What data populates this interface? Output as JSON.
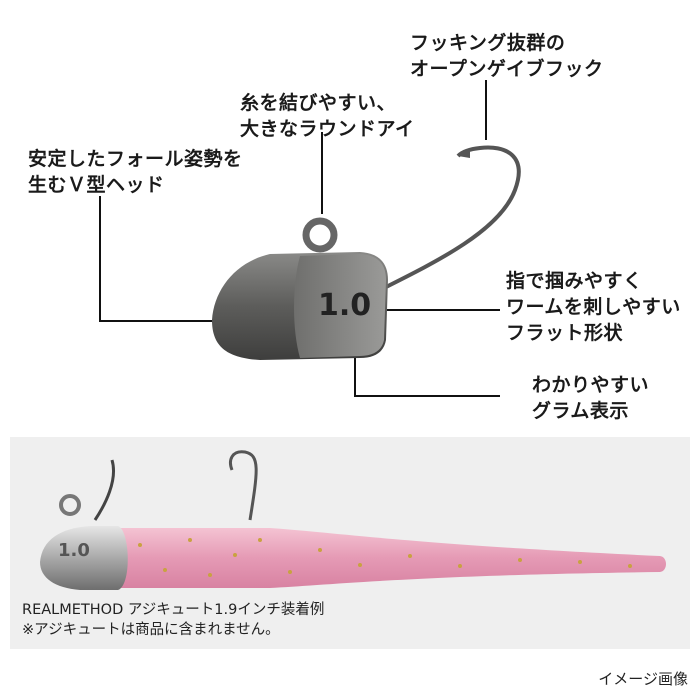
{
  "callouts": {
    "hook": [
      "フッキング抜群の",
      "オープンゲイブフック"
    ],
    "eye": [
      "糸を結びやすい、",
      "大きなラウンドアイ"
    ],
    "head": [
      "安定したフォール姿勢を",
      "生むＶ型ヘッド"
    ],
    "flat": [
      "指で掴みやすく",
      "ワームを刺しやすい",
      "フラット形状"
    ],
    "gram": [
      "わかりやすい",
      "グラム表示"
    ]
  },
  "head_marking": "1.0",
  "photo_panel": {
    "caption": "REALMETHOD アジキュート1.9インチ装着例",
    "note": "※アジキュートは商品に含まれません。",
    "worm_color": "#e9a3bd",
    "head_marking": "1.0"
  },
  "footer_label": "イメージ画像"
}
